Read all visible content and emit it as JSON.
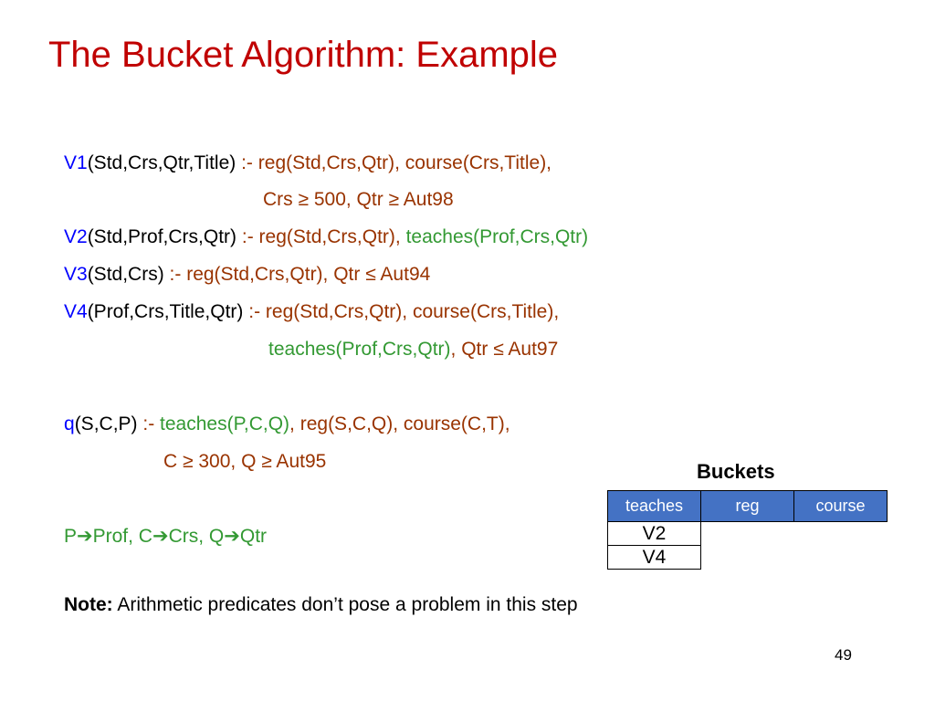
{
  "title": "The Bucket Algorithm: Example",
  "views": [
    {
      "name": "V1",
      "head": "(Std,Crs,Qtr,Title) ",
      "sep": ":- ",
      "body": "reg(Std,Crs,Qtr), course(Crs,Title),",
      "cont": "Crs ≥ 500, Qtr ≥ Aut98"
    },
    {
      "name": "V2",
      "head": "(Std,Prof,Crs,Qtr) ",
      "sep": ":- ",
      "body": "reg(Std,Crs,Qtr), ",
      "body_green": "teaches(Prof,Crs,Qtr)"
    },
    {
      "name": "V3",
      "head": "(Std,Crs) ",
      "sep": ":- ",
      "body": "reg(Std,Crs,Qtr), Qtr ≤ Aut94"
    },
    {
      "name": "V4",
      "head": "(Prof,Crs,Title,Qtr) ",
      "sep": ":- ",
      "body": "reg(Std,Crs,Qtr), course(Crs,Title),",
      "cont_green": "teaches(Prof,Crs,Qtr)",
      "cont_rest": ", Qtr ≤ Aut97"
    }
  ],
  "query": {
    "name": "q",
    "head": "(S,C,P) ",
    "sep": ":- ",
    "body_green": "teaches(P,C,Q)",
    "body_rest": ", reg(S,C,Q), course(C,T),",
    "cont": "C ≥ 300, Q ≥ Aut95"
  },
  "mapping": {
    "p": "P",
    "prof": "Prof, C",
    "crs": "Crs, Q",
    "qtr": "Qtr",
    "arrow_glyph": "➔"
  },
  "note": {
    "label": "Note:",
    "text": " Arithmetic predicates don’t pose a problem in this step"
  },
  "buckets": {
    "title": "Buckets",
    "columns": [
      "teaches",
      "reg",
      "course"
    ],
    "teaches_cells": [
      "V2",
      "V4"
    ],
    "header_color": "#4472c4"
  },
  "page_number": "49"
}
